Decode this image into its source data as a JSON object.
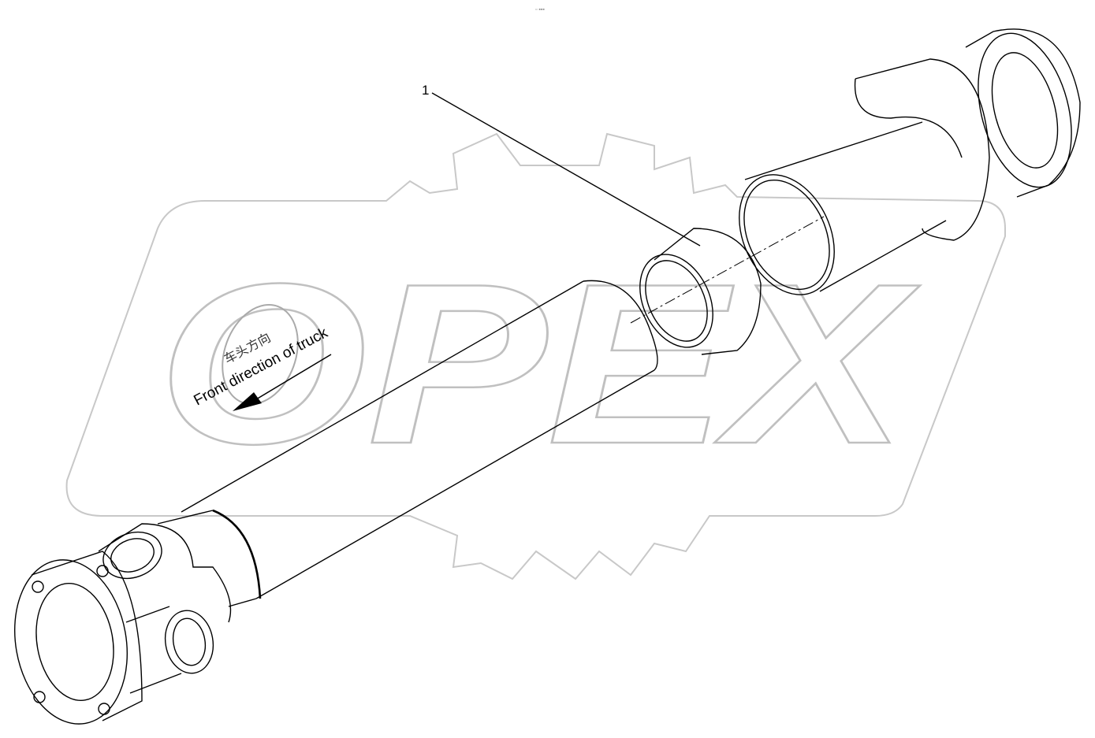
{
  "diagram": {
    "toolbar_glyph": "▫ ▪▪▪",
    "callouts": [
      {
        "label": "1"
      }
    ],
    "direction_label_cn": "车头方向",
    "direction_label_en": "Front direction of truck",
    "watermark": "OPEX",
    "colors": {
      "line": "#000000",
      "watermark": "#c8c8c8"
    }
  }
}
